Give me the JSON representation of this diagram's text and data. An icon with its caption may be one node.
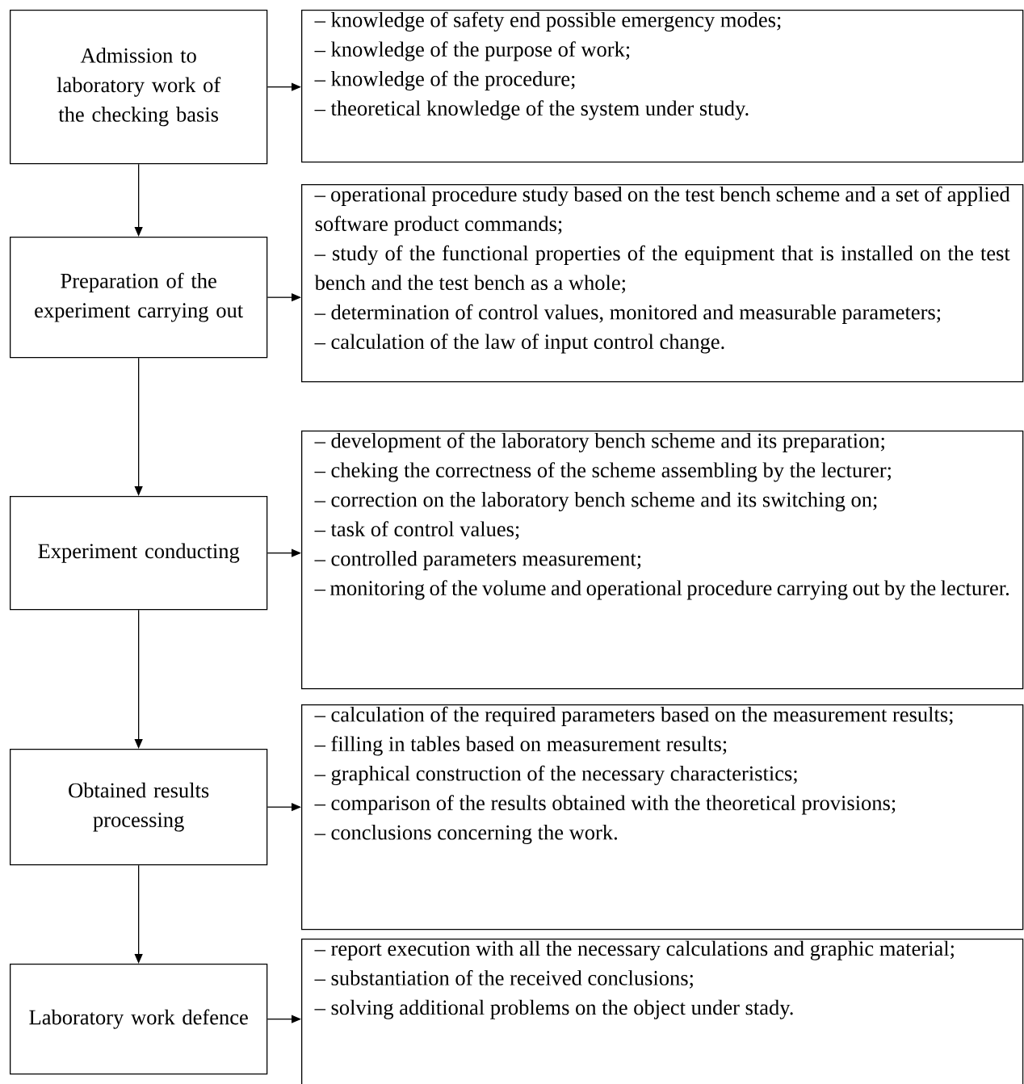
{
  "diagram": {
    "nodes": [
      {
        "text": [
          "Admission to laboratory work of the checking basis"
        ]
      },
      {
        "text": [
          "– knowledge of safety end possible emergency modes;",
          "– knowledge of the purpose of work;",
          "– knowledge of the procedure;",
          "– theoretical knowledge of the system under study."
        ]
      },
      {
        "text": [
          "Preparation of the experiment carrying out"
        ]
      },
      {
        "text": [
          "– operational procedure study based on the test bench scheme and a set of applied software product commands;",
          "– study of the functional properties of the equipment that is installed on the test bench and the test bench as a whole;",
          "– determination of control values, monitored and measurable parameters;",
          "– calculation of the law of input control change."
        ]
      },
      {
        "text": [
          "Experiment conducting"
        ]
      },
      {
        "text": [
          "– development of the laboratory bench scheme and its preparation;",
          "– cheking the correctness of the scheme assembling by the lecturer;",
          "– correction on the laboratory bench scheme and its switching on;",
          "– task of control values;",
          "– controlled parameters measurement;",
          "– monitoring of the volume and operational procedure carrying out by the lecturer."
        ]
      },
      {
        "text": [
          "Obtained results processing"
        ]
      },
      {
        "text": [
          "– calculation of the required parameters based on the measurement results;",
          "– filling in tables based on measurement results;",
          "– graphical construction of the necessary characteristics;",
          "– comparison of the results obtained with the theoretical provisions;",
          "– conclusions concerning the work."
        ]
      },
      {
        "text": [
          "Laboratory work defence"
        ]
      },
      {
        "text": [
          "– report execution with all the necessary calculations and graphic material;",
          "– substantiation of the received conclusions;",
          "– solving additional problems on the object under stady."
        ]
      }
    ],
    "edges": [
      {
        "from": 0,
        "to": 1,
        "arrow": "to"
      },
      {
        "from": 0,
        "to": 2,
        "arrow": "to"
      },
      {
        "from": 2,
        "to": 3,
        "arrow": "to"
      },
      {
        "from": 2,
        "to": 4,
        "arrow": "to"
      },
      {
        "from": 4,
        "to": 5,
        "arrow": "to"
      },
      {
        "from": 4,
        "to": 6,
        "arrow": "to"
      },
      {
        "from": 6,
        "to": 7,
        "arrow": "to"
      },
      {
        "from": 6,
        "to": 8,
        "arrow": "to"
      },
      {
        "from": 8,
        "to": 9,
        "arrow": "to"
      }
    ]
  }
}
